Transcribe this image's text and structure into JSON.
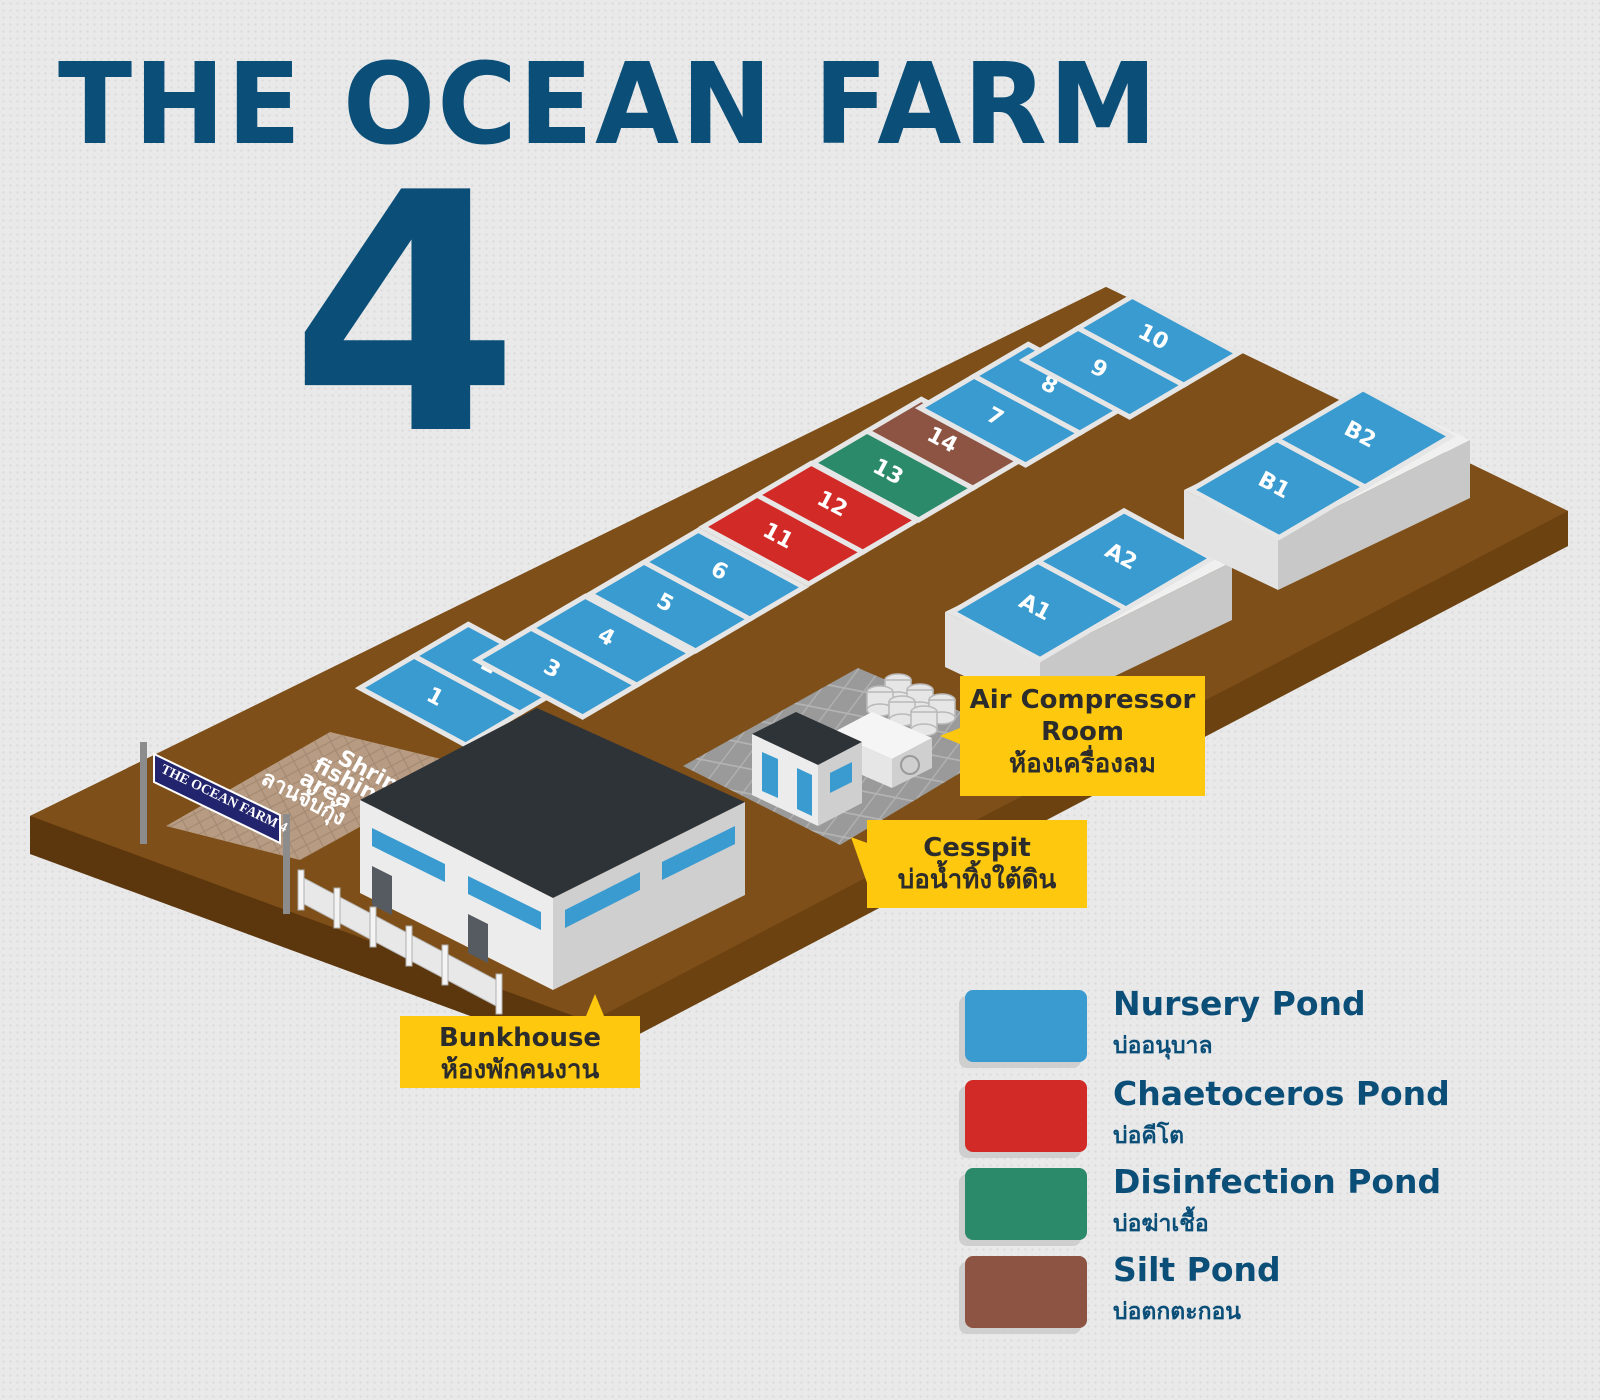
{
  "title": {
    "line1": "THE OCEAN FARM",
    "number": "4"
  },
  "colors": {
    "nursery": "#3a9bd0",
    "chaetoceros": "#d22b27",
    "disinfection": "#2b8a6a",
    "silt": "#8e5443",
    "ground": "#7d4d17",
    "title": "#0b4f79",
    "callout": "#fdc80d"
  },
  "ponds": [
    {
      "label": "1",
      "type": "nursery"
    },
    {
      "label": "2",
      "type": "nursery"
    },
    {
      "label": "3",
      "type": "nursery"
    },
    {
      "label": "4",
      "type": "nursery"
    },
    {
      "label": "5",
      "type": "nursery"
    },
    {
      "label": "6",
      "type": "nursery"
    },
    {
      "label": "11",
      "type": "chaetoceros"
    },
    {
      "label": "12",
      "type": "chaetoceros"
    },
    {
      "label": "13",
      "type": "disinfection"
    },
    {
      "label": "14",
      "type": "silt"
    },
    {
      "label": "7",
      "type": "nursery"
    },
    {
      "label": "8",
      "type": "nursery"
    },
    {
      "label": "9",
      "type": "nursery"
    },
    {
      "label": "10",
      "type": "nursery"
    }
  ],
  "tank_ponds": [
    {
      "label": "A1",
      "type": "nursery"
    },
    {
      "label": "A2",
      "type": "nursery"
    },
    {
      "label": "B1",
      "type": "nursery"
    },
    {
      "label": "B2",
      "type": "nursery"
    }
  ],
  "shrimp_area": {
    "line1": "Shrimp",
    "line2": "fishing",
    "line3": "area",
    "line4": "ลานจับกุ้ง"
  },
  "sign_text": "THE OCEAN FARM 4",
  "callouts": {
    "bunkhouse": {
      "en": "Bunkhouse",
      "th": "ห้องพักคนงาน"
    },
    "cesspit": {
      "en": "Cesspit",
      "th": "บ่อน้ำทิ้งใต้ดิน"
    },
    "air_compressor": {
      "en1": "Air Compressor",
      "en2": "Room",
      "th": "ห้องเครื่องลม"
    }
  },
  "legend": [
    {
      "en": "Nursery Pond",
      "th": "บ่ออนุบาล",
      "type": "nursery"
    },
    {
      "en": "Chaetoceros Pond",
      "th": "บ่อคีโต",
      "type": "chaetoceros"
    },
    {
      "en": "Disinfection Pond",
      "th": "บ่อฆ่าเชื้อ",
      "type": "disinfection"
    },
    {
      "en": "Silt Pond",
      "th": "บ่อตกตะกอน",
      "type": "silt"
    }
  ]
}
